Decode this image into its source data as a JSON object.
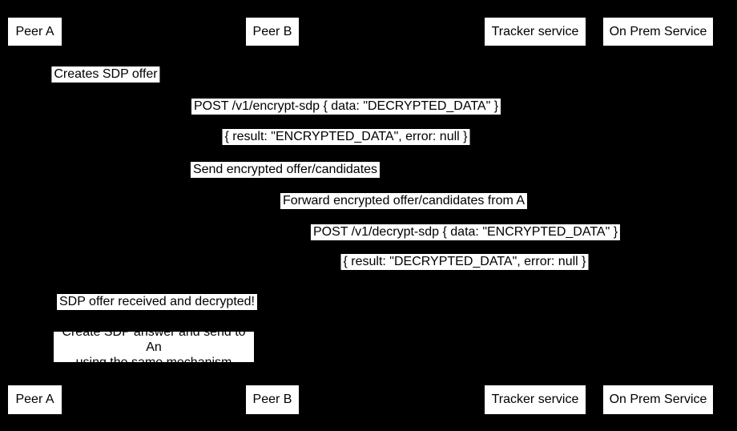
{
  "diagram": {
    "type": "sequence-diagram",
    "colors": {
      "background": "#000000",
      "box_fill": "#ffffff",
      "text": "#000000"
    },
    "actors": [
      {
        "label": "Peer A"
      },
      {
        "label": "Peer B"
      },
      {
        "label": "Tracker service"
      },
      {
        "label": "On Prem Service"
      }
    ],
    "messages": [
      "Creates SDP offer",
      "POST /v1/encrypt-sdp { data: \"DECRYPTED_DATA\" }",
      "{ result: \"ENCRYPTED_DATA\", error: null }",
      "Send encrypted offer/candidates",
      "Forward encrypted offer/candidates from A",
      "POST /v1/decrypt-sdp { data: \"ENCRYPTED_DATA\" }",
      "{ result: \"DECRYPTED_DATA\", error: null }",
      "SDP offer received and decrypted!"
    ],
    "note": {
      "lines": [
        "Create SDP answer and send to An",
        "using the same mechanism"
      ]
    }
  }
}
